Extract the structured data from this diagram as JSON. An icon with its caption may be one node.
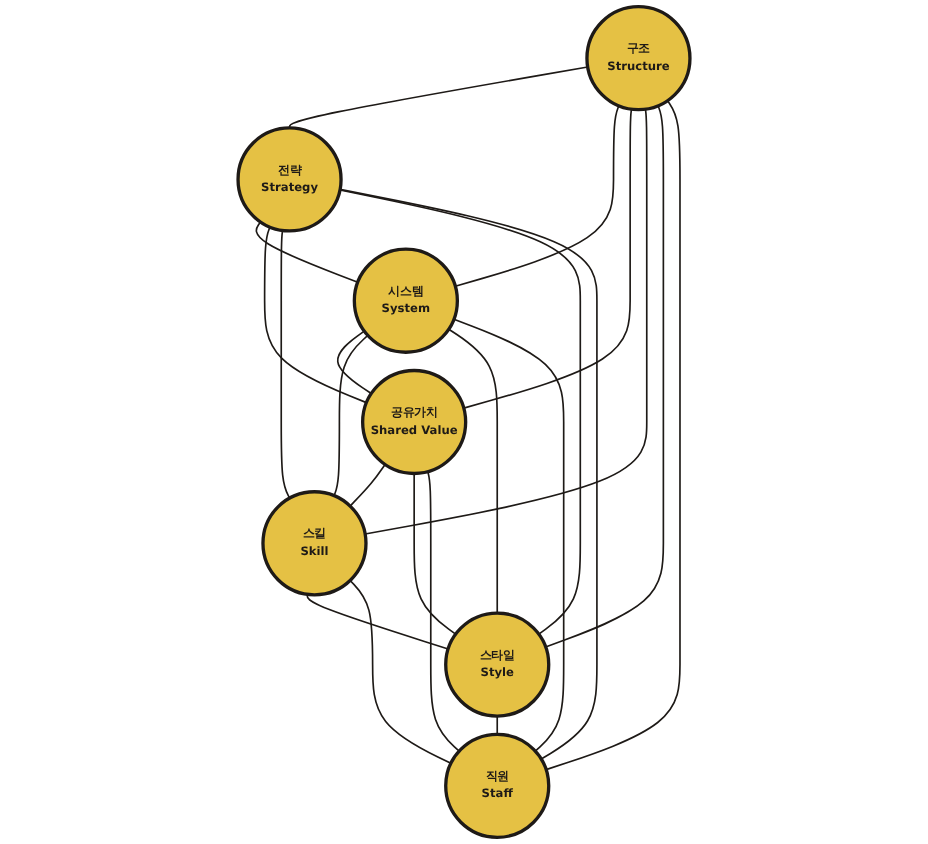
{
  "diagram": {
    "nodes": [
      {
        "text": [
          "구조",
          "Structure"
        ]
      },
      {
        "text": [
          "전략",
          "Strategy"
        ]
      },
      {
        "text": [
          "시스템",
          "System"
        ]
      },
      {
        "text": [
          "공유가치",
          "Shared Value"
        ]
      },
      {
        "text": [
          "스킬",
          "Skill"
        ]
      },
      {
        "text": [
          "스타일",
          "Style"
        ]
      },
      {
        "text": [
          "직원",
          "Staff"
        ]
      }
    ],
    "edges": [
      {
        "from": 0,
        "to": 1,
        "arrow": "none"
      },
      {
        "from": 0,
        "to": 2,
        "arrow": "none"
      },
      {
        "from": 0,
        "to": 3,
        "arrow": "none"
      },
      {
        "from": 0,
        "to": 4,
        "arrow": "none"
      },
      {
        "from": 0,
        "to": 5,
        "arrow": "none"
      },
      {
        "from": 0,
        "to": 6,
        "arrow": "none"
      },
      {
        "from": 1,
        "to": 2,
        "arrow": "none"
      },
      {
        "from": 1,
        "to": 3,
        "arrow": "none"
      },
      {
        "from": 1,
        "to": 4,
        "arrow": "none"
      },
      {
        "from": 1,
        "to": 5,
        "arrow": "none"
      },
      {
        "from": 1,
        "to": 6,
        "arrow": "none"
      },
      {
        "from": 2,
        "to": 3,
        "arrow": "none"
      },
      {
        "from": 2,
        "to": 4,
        "arrow": "none"
      },
      {
        "from": 2,
        "to": 5,
        "arrow": "none"
      },
      {
        "from": 2,
        "to": 6,
        "arrow": "none"
      },
      {
        "from": 3,
        "to": 4,
        "arrow": "none"
      },
      {
        "from": 3,
        "to": 5,
        "arrow": "none"
      },
      {
        "from": 3,
        "to": 6,
        "arrow": "none"
      },
      {
        "from": 4,
        "to": 5,
        "arrow": "none"
      },
      {
        "from": 4,
        "to": 6,
        "arrow": "none"
      },
      {
        "from": 5,
        "to": 6,
        "arrow": "none"
      }
    ]
  }
}
